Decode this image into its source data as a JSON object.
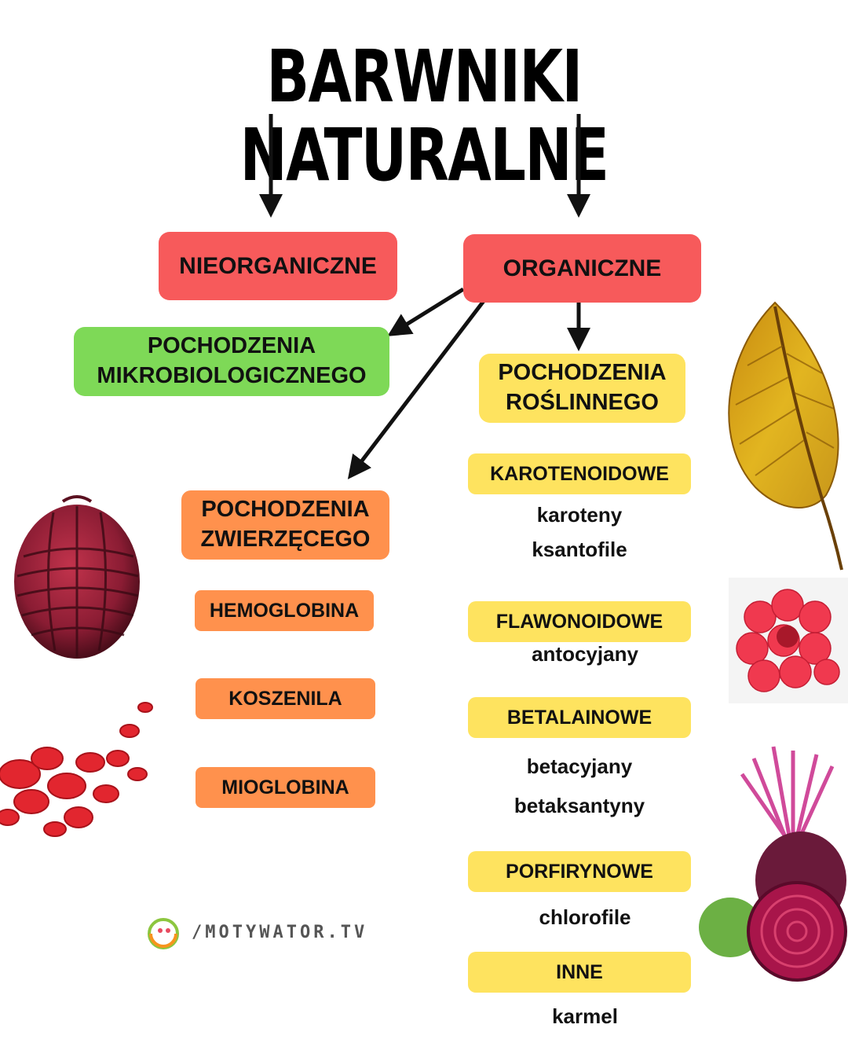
{
  "title": "BARWNIKI NATURALNE",
  "nodes": {
    "nieorganiczne": "NIEORGANICZNE",
    "organiczne": "ORGANICZNE",
    "mikro_line1": "POCHODZENIA",
    "mikro_line2": "MIKROBIOLOGICZNEGO",
    "rosl_line1": "POCHODZENIA",
    "rosl_line2": "ROŚLINNEGO",
    "zwierz_line1": "POCHODZENIA",
    "zwierz_line2": "ZWIERZĘCEGO"
  },
  "animal": [
    "HEMOGLOBINA",
    "KOSZENILA",
    "MIOGLOBINA"
  ],
  "plant": {
    "karotenoidowe": {
      "label": "KAROTENOIDOWE",
      "items": [
        "karoteny",
        "ksantofile"
      ]
    },
    "flawonoidowe": {
      "label": "FLAWONOIDOWE",
      "items": [
        "antocyjany"
      ]
    },
    "betalainowe": {
      "label": "BETALAINOWE",
      "items": [
        "betacyjany",
        "betaksantyny"
      ]
    },
    "porfirynowe": {
      "label": "PORFIRYNOWE",
      "items": [
        "chlorofile"
      ]
    },
    "inne": {
      "label": "INNE",
      "items": [
        "karmel"
      ]
    }
  },
  "logo": {
    "text": "/MOTYWATOR.TV"
  },
  "colors": {
    "red": "#f75a5b",
    "green": "#7ed957",
    "yellow": "#fee35f",
    "orange": "#ff914d"
  }
}
